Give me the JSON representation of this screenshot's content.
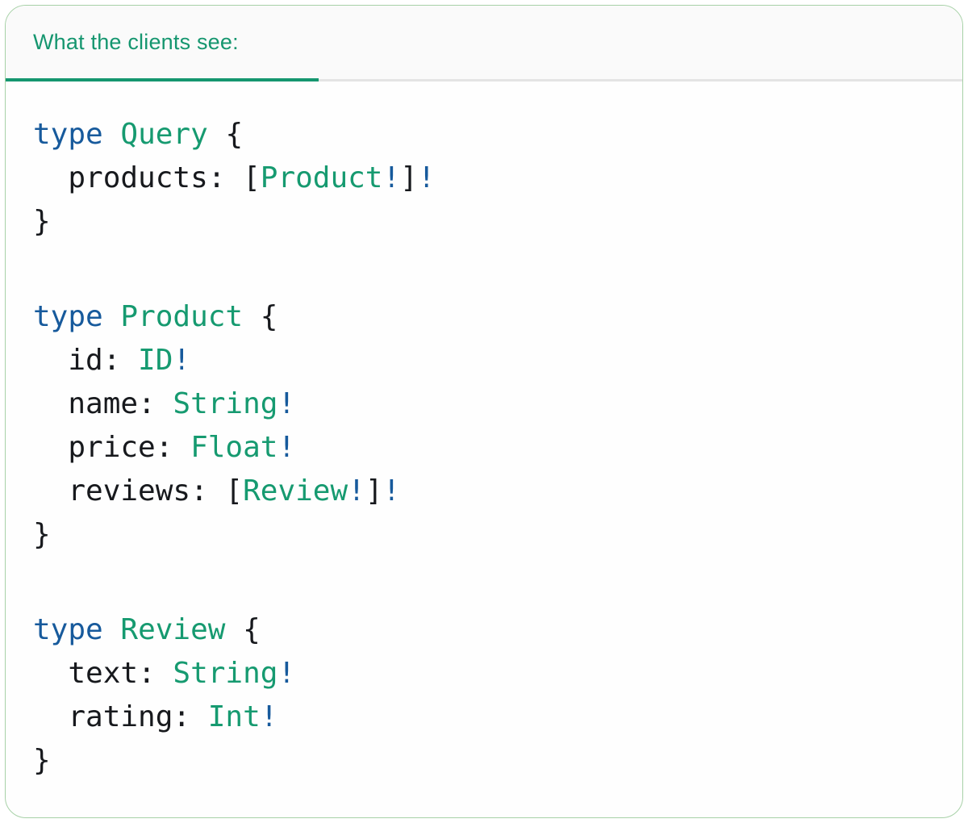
{
  "card": {
    "tab_label": "What the clients see:",
    "accent_color": "#15966f",
    "divider_color": "#e4e4e4",
    "border_color": "#a7d1a7",
    "header_bg": "#fafafa",
    "body_bg": "#fefefe"
  },
  "code": {
    "language": "graphql",
    "palette": {
      "keyword": "#175a9c",
      "type": "#169a70",
      "plain": "#17191d"
    },
    "blocks": [
      {
        "lines": [
          {
            "tokens": [
              {
                "t": "type",
                "c": "keyword"
              },
              {
                "t": " ",
                "c": "plain"
              },
              {
                "t": "Query",
                "c": "type"
              },
              {
                "t": " {",
                "c": "plain"
              }
            ]
          },
          {
            "tokens": [
              {
                "t": "  products: [",
                "c": "plain"
              },
              {
                "t": "Product",
                "c": "type"
              },
              {
                "t": "!",
                "c": "keyword"
              },
              {
                "t": "]",
                "c": "plain"
              },
              {
                "t": "!",
                "c": "keyword"
              }
            ]
          },
          {
            "tokens": [
              {
                "t": "}",
                "c": "plain"
              }
            ]
          }
        ]
      },
      {
        "lines": [
          {
            "tokens": [
              {
                "t": "type",
                "c": "keyword"
              },
              {
                "t": " ",
                "c": "plain"
              },
              {
                "t": "Product",
                "c": "type"
              },
              {
                "t": " {",
                "c": "plain"
              }
            ]
          },
          {
            "tokens": [
              {
                "t": "  id: ",
                "c": "plain"
              },
              {
                "t": "ID",
                "c": "type"
              },
              {
                "t": "!",
                "c": "keyword"
              }
            ]
          },
          {
            "tokens": [
              {
                "t": "  name: ",
                "c": "plain"
              },
              {
                "t": "String",
                "c": "type"
              },
              {
                "t": "!",
                "c": "keyword"
              }
            ]
          },
          {
            "tokens": [
              {
                "t": "  price: ",
                "c": "plain"
              },
              {
                "t": "Float",
                "c": "type"
              },
              {
                "t": "!",
                "c": "keyword"
              }
            ]
          },
          {
            "tokens": [
              {
                "t": "  reviews: [",
                "c": "plain"
              },
              {
                "t": "Review",
                "c": "type"
              },
              {
                "t": "!",
                "c": "keyword"
              },
              {
                "t": "]",
                "c": "plain"
              },
              {
                "t": "!",
                "c": "keyword"
              }
            ]
          },
          {
            "tokens": [
              {
                "t": "}",
                "c": "plain"
              }
            ]
          }
        ]
      },
      {
        "lines": [
          {
            "tokens": [
              {
                "t": "type",
                "c": "keyword"
              },
              {
                "t": " ",
                "c": "plain"
              },
              {
                "t": "Review",
                "c": "type"
              },
              {
                "t": " {",
                "c": "plain"
              }
            ]
          },
          {
            "tokens": [
              {
                "t": "  text: ",
                "c": "plain"
              },
              {
                "t": "String",
                "c": "type"
              },
              {
                "t": "!",
                "c": "keyword"
              }
            ]
          },
          {
            "tokens": [
              {
                "t": "  rating: ",
                "c": "plain"
              },
              {
                "t": "Int",
                "c": "type"
              },
              {
                "t": "!",
                "c": "keyword"
              }
            ]
          },
          {
            "tokens": [
              {
                "t": "}",
                "c": "plain"
              }
            ]
          }
        ]
      }
    ]
  }
}
